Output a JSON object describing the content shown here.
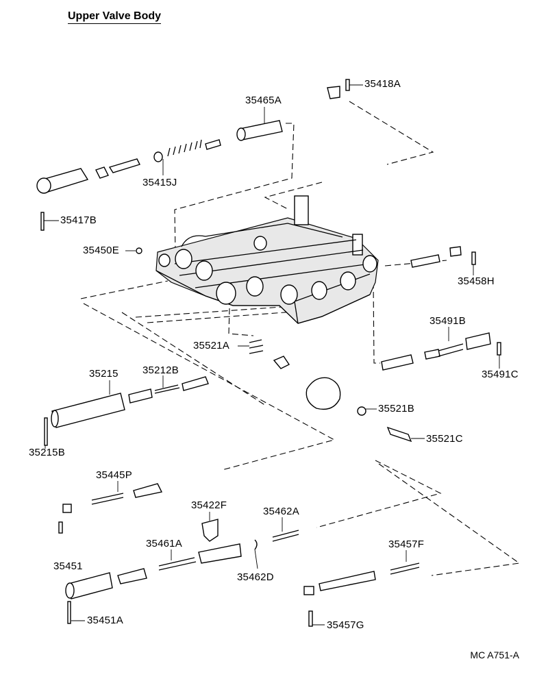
{
  "title": "Upper Valve Body",
  "doc_id": "MC  A751-A",
  "parts": {
    "p35418A": "35418A",
    "p35465A": "35465A",
    "p35415J": "35415J",
    "p35417B": "35417B",
    "p35450E": "35450E",
    "p35458H": "35458H",
    "p35491B": "35491B",
    "p35491C": "35491C",
    "p35521A": "35521A",
    "p35215": "35215",
    "p35212B": "35212B",
    "p35215B": "35215B",
    "p35521B": "35521B",
    "p35521C": "35521C",
    "p35445P": "35445P",
    "p35422F": "35422F",
    "p35462A": "35462A",
    "p35461A": "35461A",
    "p35462D": "35462D",
    "p35457F": "35457F",
    "p35451": "35451",
    "p35451A": "35451A",
    "p35457G": "35457G"
  }
}
